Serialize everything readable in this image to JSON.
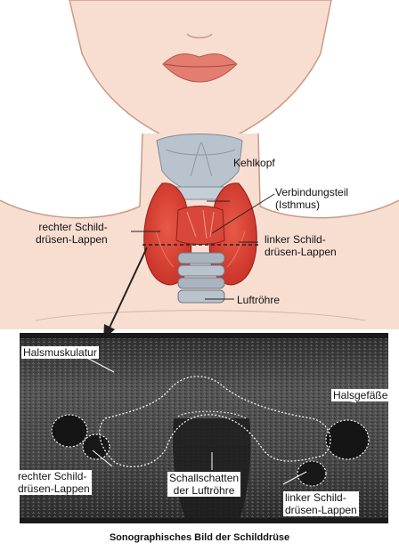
{
  "labels": {
    "kehlkopf": "Kehlkopf",
    "verbindungsteil": "Verbindungsteil\n(Isthmus)",
    "rechter_lappen_top": "rechter Schild-\ndrüsen-Lappen",
    "linker_lappen_top": "linker Schild-\ndrüsen-Lappen",
    "luftroehre": "Luftröhre",
    "halsmuskulatur": "Halsmuskulatur",
    "halsgefaesse": "Halsgefäße",
    "rechter_lappen_us": "rechter Schild-\ndrüsen-Lappen",
    "schallschatten": "Schallschatten\nder Luftröhre",
    "linker_lappen_us": "linker Schild-\ndrüsen-Lappen"
  },
  "caption": "Sonographisches Bild der Schilddrüse",
  "colors": {
    "skin": "#f8ded1",
    "skin_line": "#c89a86",
    "lips": "#e27d70",
    "thyroid": "#e2453a",
    "cartilage": "#b9c3cd",
    "ultrasound_bg": "#3d3d3d",
    "outline_dotted": "#f2f2f2"
  }
}
